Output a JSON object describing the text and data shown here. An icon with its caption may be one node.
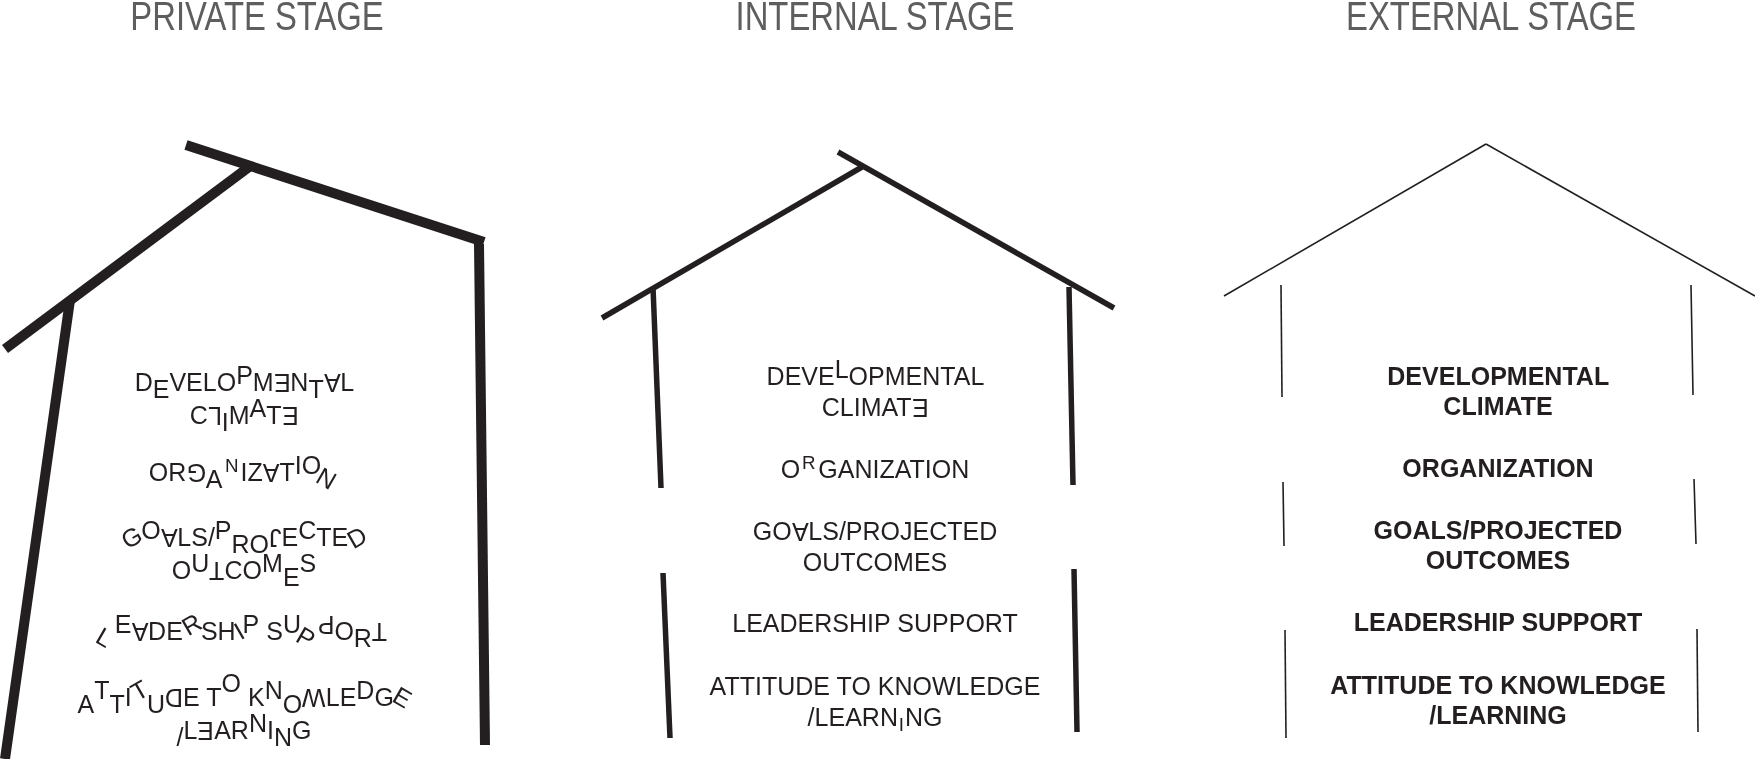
{
  "diagram": {
    "nodes": [
      {
        "text": [
          "PRIVATE STAGE",
          "DEVELOPMENTAL CLIMATE",
          "ORGANIZATION",
          "GOALS/PROJECTED OUTCOMES",
          "LEADERSHIP SUPPORT",
          "ATTITUDE TO KNOWLEDGE /LEARNING"
        ]
      },
      {
        "text": [
          "INTERNAL STAGE",
          "DEVELOPMENTAL CLIMATE",
          "ORGANIZATION",
          "GOALS/PROJECTED OUTCOMES",
          "LEADERSHIP SUPPORT",
          "ATTITUDE TO KNOWLEDGE /LEARNING"
        ]
      },
      {
        "text": [
          "EXTERNAL STAGE",
          "DEVELOPMENTAL CLIMATE",
          "ORGANIZATION",
          "GOALS/PROJECTED OUTCOMES",
          "LEADERSHIP SUPPORT",
          "ATTITUDE TO KNOWLEDGE /LEARNING"
        ]
      }
    ]
  }
}
